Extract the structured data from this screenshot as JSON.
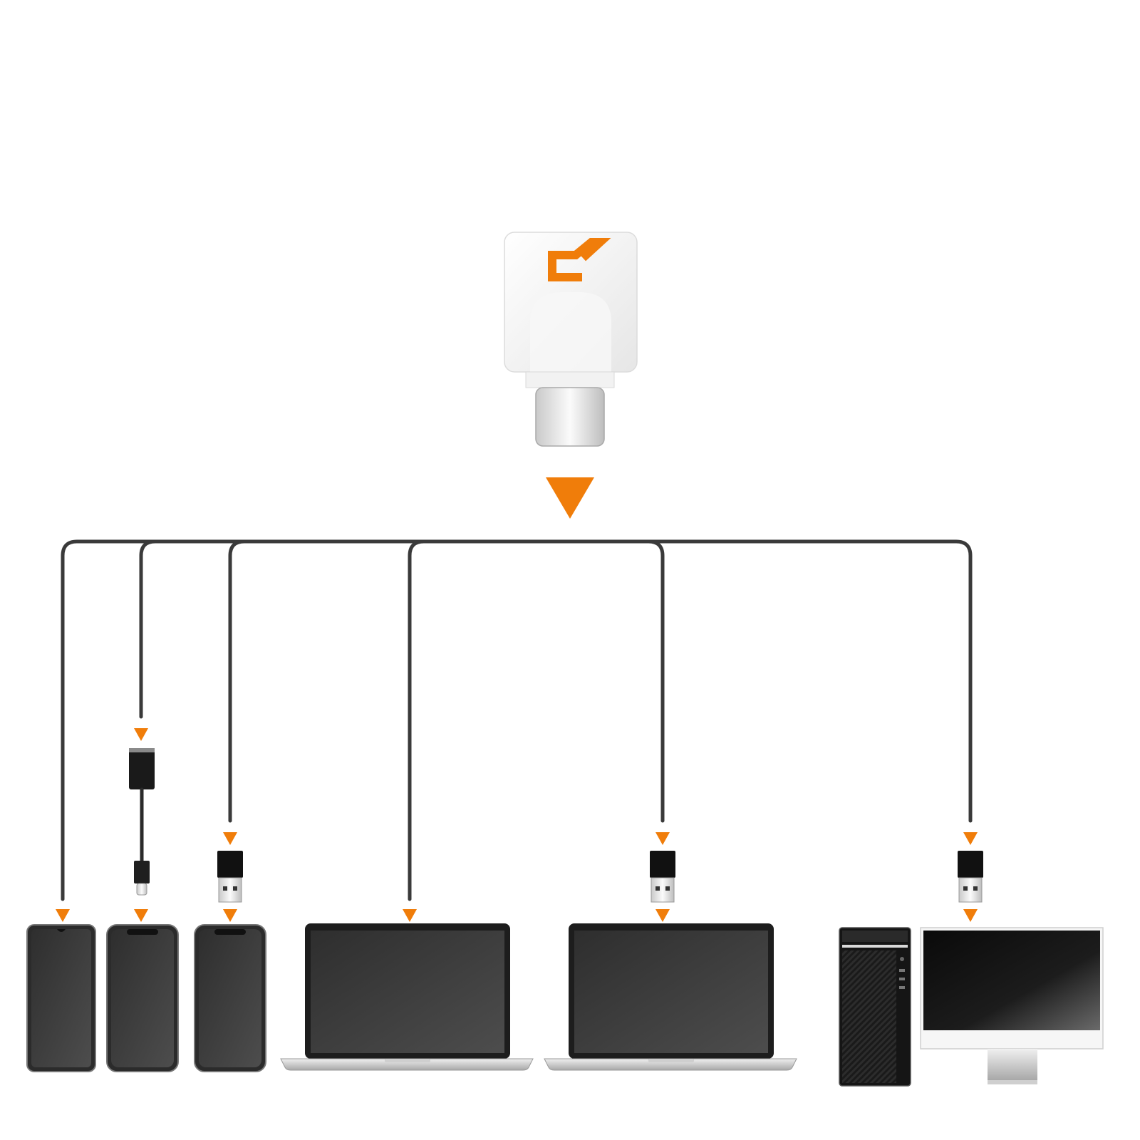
{
  "colors": {
    "background": "#ffffff",
    "accent_orange": "#f07d0a",
    "wire": "#3a3a3a",
    "adapter_body": "#f4f4f4",
    "device_frame": "#2b2b2b",
    "device_screen": "#3d3d3d"
  },
  "adapter": {
    "icon": "usb-c-adapter-icon",
    "logo_icon": "brand-c-logo-icon"
  },
  "devices": [
    {
      "name": "android-phone",
      "icon": "phone-icon",
      "connector": "direct-usb-c"
    },
    {
      "name": "iphone-lightning",
      "icon": "phone-icon",
      "connector": "lightning-cable"
    },
    {
      "name": "iphone",
      "icon": "phone-icon",
      "connector": "usb-a-plug"
    },
    {
      "name": "macbook-usb-c",
      "icon": "laptop-icon",
      "connector": "direct-usb-c"
    },
    {
      "name": "macbook-usb-a",
      "icon": "laptop-icon",
      "connector": "usb-a-plug"
    },
    {
      "name": "desktop-pc",
      "icon": "desktop-computer-icon",
      "connector": "usb-a-plug"
    }
  ]
}
